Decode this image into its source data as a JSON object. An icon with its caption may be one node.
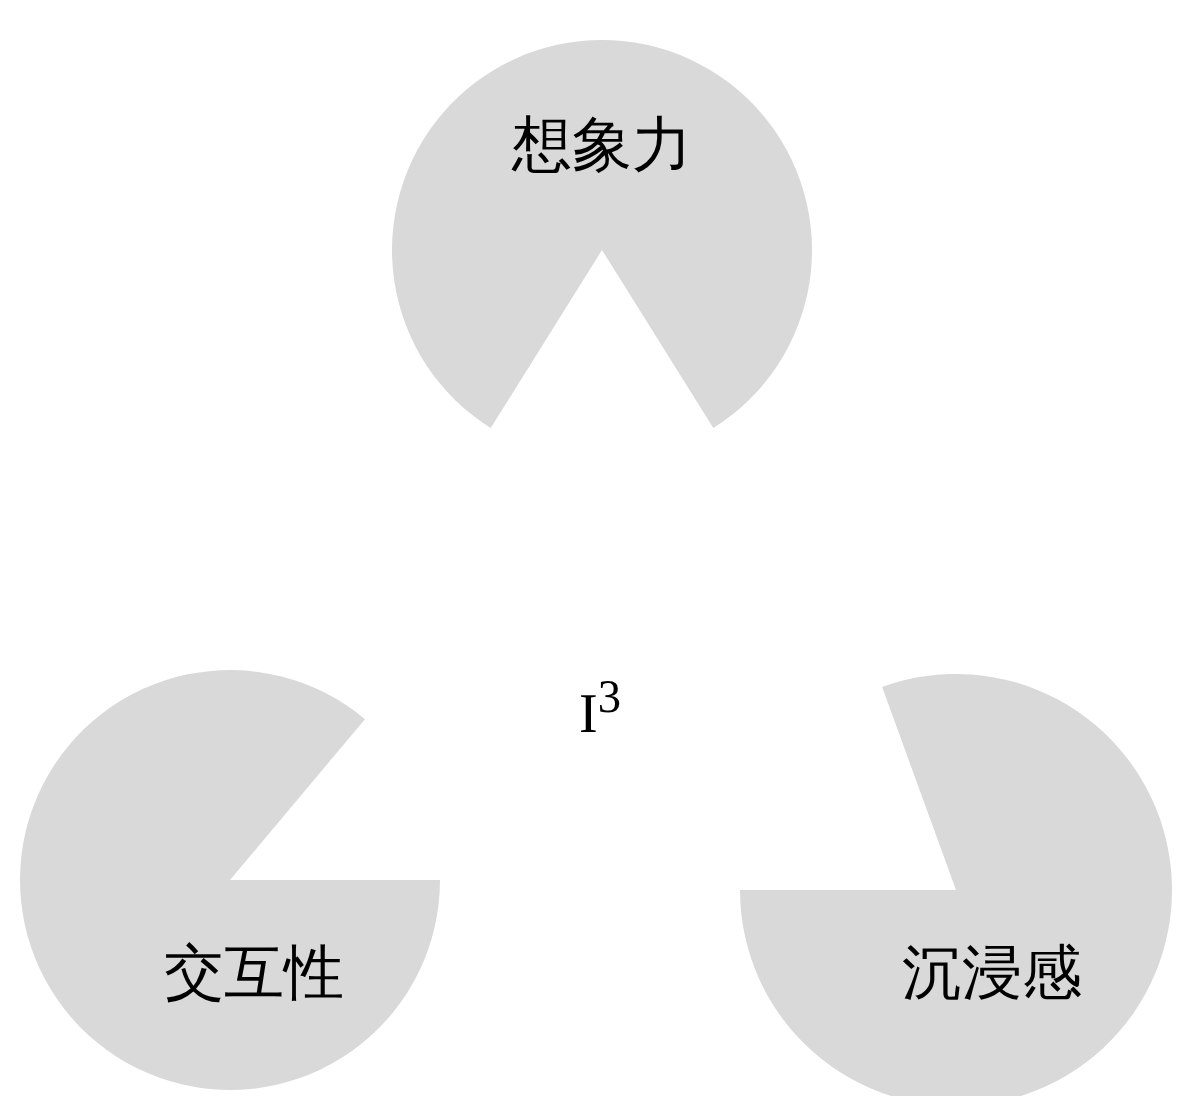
{
  "diagram": {
    "nodes": [
      {
        "text": [
          "想象力"
        ]
      },
      {
        "text": [
          "交互性"
        ]
      },
      {
        "text": [
          "沉浸感"
        ]
      }
    ],
    "labels": [
      "I$^{3}$"
    ]
  }
}
